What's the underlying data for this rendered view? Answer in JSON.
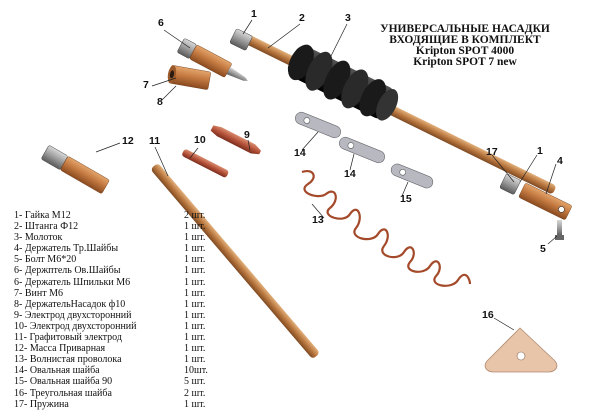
{
  "title": {
    "line1": "УНИВЕРСАЛЬНЫЕ НАСАДКИ",
    "line2": "ВХОДЯЩИЕ В КОМПЛЕКТ",
    "line3": "Kripton SPOT 4000",
    "line4": "Kripton SPOT 7 new"
  },
  "legend": [
    {
      "name": "1- Гайка М12",
      "qty": "2 шт."
    },
    {
      "name": "2- Штанга Ф12",
      "qty": "1 шт."
    },
    {
      "name": "3- Молоток",
      "qty": "1 шт."
    },
    {
      "name": "4- Держатель Тр.Шайбы",
      "qty": "1 шт."
    },
    {
      "name": "5- Болт М6*20",
      "qty": "1 шт."
    },
    {
      "name": "6- Держптель Ов.Шайбы",
      "qty": "1 шт."
    },
    {
      "name": "6- Держатель Шпильки М6",
      "qty": "1 шт."
    },
    {
      "name": "7- Винт М6",
      "qty": "1 шт."
    },
    {
      "name": "8- ДержательНасадок ф10",
      "qty": "1 шт."
    },
    {
      "name": "9- Электрод двухсторонний",
      "qty": "1 шт."
    },
    {
      "name": "10- Электрод двухсторонний",
      "qty": "1 шт."
    },
    {
      "name": "11- Графитовый электрод",
      "qty": "1 шт."
    },
    {
      "name": "12- Масса Приварная",
      "qty": "1 шт."
    },
    {
      "name": "13- Волнистая проволока",
      "qty": "1 шт."
    },
    {
      "name": "14- Овальная шайба",
      "qty": "10шт."
    },
    {
      "name": "15- Овальная шайба 90",
      "qty": "5 шт."
    },
    {
      "name": "16- Треугольная шайба",
      "qty": "2 шт."
    },
    {
      "name": "17- Пружина",
      "qty": "1 шт."
    }
  ],
  "callouts": {
    "n1a": "1",
    "n2": "2",
    "n3": "3",
    "n6": "6",
    "n7": "7",
    "n8": "8",
    "n12": "12",
    "n11": "11",
    "n10": "10",
    "n9": "9",
    "n14a": "14",
    "n14b": "14",
    "n15": "15",
    "n13": "13",
    "n17": "17",
    "n1b": "1",
    "n4": "4",
    "n5": "5",
    "n16": "16"
  }
}
